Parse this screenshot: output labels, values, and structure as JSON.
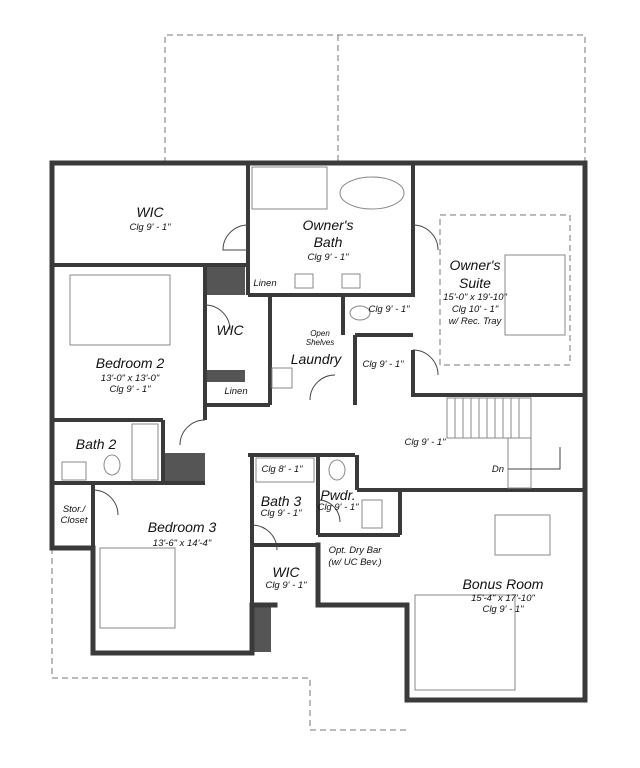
{
  "rooms": {
    "wic_top": {
      "name": "WIC",
      "ceiling": "Clg 9' - 1\""
    },
    "owners_bath": {
      "name": "Owner's",
      "name2": "Bath",
      "ceiling": "Clg 9' - 1\""
    },
    "owners_suite": {
      "name": "Owner's",
      "name2": "Suite",
      "size": "15'-0\" x 19'-10\"",
      "ceiling": "Clg 10' - 1\"",
      "note": "w/ Rec. Tray"
    },
    "linen_1": {
      "name": "Linen"
    },
    "wc_owner": {
      "ceiling": "Clg 9' - 1\""
    },
    "closet_owner": {
      "ceiling": "Clg 9' - 1\""
    },
    "wic_mid": {
      "name": "WIC"
    },
    "open_shelves": {
      "name": "Open",
      "name2": "Shelves"
    },
    "laundry": {
      "name": "Laundry"
    },
    "linen_2": {
      "name": "Linen"
    },
    "bedroom2": {
      "name": "Bedroom 2",
      "size": "13'-0\" x 13'-0\"",
      "ceiling": "Clg 9' - 1\""
    },
    "bath2": {
      "name": "Bath 2"
    },
    "hall": {
      "ceiling": "Clg 9' - 1\"",
      "stairs": "Dn"
    },
    "stor_closet": {
      "name": "Stor./",
      "name2": "Closet"
    },
    "bedroom3": {
      "name": "Bedroom 3",
      "size": "13'-6\" x 14'-4\""
    },
    "tub_bath3": {
      "ceiling": "Clg 8' - 1\""
    },
    "bath3": {
      "name": "Bath 3",
      "ceiling": "Clg 9' - 1\""
    },
    "pwdr": {
      "name": "Pwdr.",
      "ceiling": "Clg 9' - 1\""
    },
    "dry_bar": {
      "name": "Opt. Dry Bar",
      "name2": "(w/ UC Bev.)"
    },
    "wic_bed3": {
      "name": "WIC",
      "ceiling": "Clg 9' - 1\""
    },
    "bonus": {
      "name": "Bonus Room",
      "size": "15'-4\" x 17'-10\"",
      "ceiling": "Clg 9' - 1\""
    }
  }
}
